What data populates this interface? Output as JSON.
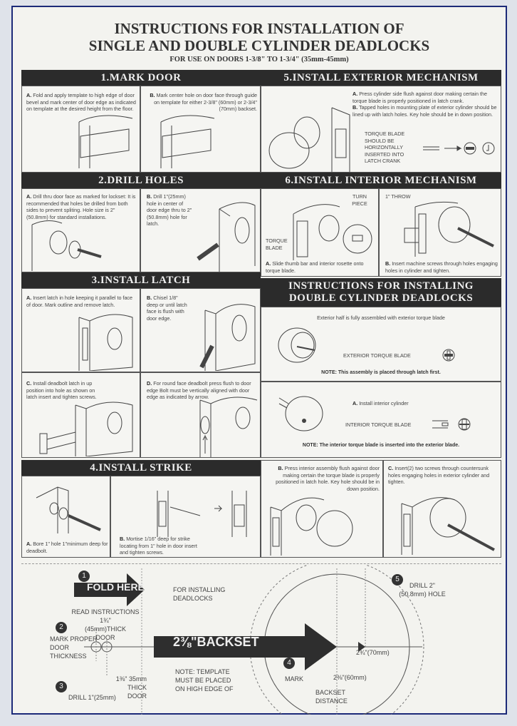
{
  "header": {
    "title_line1": "INSTRUCTIONS FOR INSTALLATION OF",
    "title_line2": "SINGLE AND DOUBLE CYLINDER DEADLOCKS",
    "subtitle": "FOR USE ON DOORS 1-3/8\" TO 1-3/4\" (35mm-45mm)"
  },
  "step1": {
    "title": "1.MARK DOOR",
    "a_letter": "A.",
    "a_text": "Fold and apply template to high edge of door bevel and mark center of door edge as indicated on template at the desired height from the floor.",
    "b_letter": "B.",
    "b_text": "Mark center hole on door face through guide on template for either 2-3/8\" (60mm) or 2-3/4\" (70mm) backset."
  },
  "step2": {
    "title": "2.DRILL HOLES",
    "a_letter": "A.",
    "a_text": "Drill thru door face as marked for lockset: It is recommended that holes be drilled from both sides to prevent spliting. Hole size is 2\" (50.8mm) for standard installations.",
    "b_letter": "B.",
    "b_text": "Drill 1\"(25mm) hole in center of door edge thru to 2\"(50.8mm) hole for latch."
  },
  "step3": {
    "title": "3.INSTALL LATCH",
    "a_letter": "A.",
    "a_text": "Insert latch in hole keeping it parallel to face of door. Mark outline and remove latch.",
    "b_letter": "B.",
    "b_text": "Chisel 1/8\" deep or until latch face is flush with door edge.",
    "c_letter": "C.",
    "c_text": "Install deadbolt latch in up position into hole as shown on latch insert and tighten screws.",
    "d_letter": "D.",
    "d_text": "For round face deadbolt press flush to door edge Bolt must be vertically aligned with door edge as indicated by arrow."
  },
  "step4": {
    "title": "4.INSTALL STRIKE",
    "a_letter": "A.",
    "a_text": "Bore 1\" hole 1\"minimum deep for deadbolt.",
    "b_letter": "B.",
    "b_text": "Mortise 1/16\" deep for strike locating from 1\" hole in door insert and tighten screws."
  },
  "step5": {
    "title": "5.INSTALL EXTERIOR MECHANISM",
    "a_letter": "A.",
    "a_text": "Press cylinder side flush against door making certain the torque blade is properly positioned in latch crank.",
    "b_letter": "B.",
    "b_text": "Tapped holes in mounting plate of exterior cylinder should be lined up with latch holes. Key hole should be in down position.",
    "torque_note": "TORQUE BLADE SHOULD BE HORIZONTALLY INSERTED INTO LATCH CRANK"
  },
  "step6": {
    "title": "6.INSTALL INTERIOR MECHANISM",
    "turn_piece": "TURN PIECE",
    "torque_blade": "TORQUE BLADE",
    "throw": "1\" THROW",
    "a_letter": "A.",
    "a_text": "Slide thumb bar and interior rosette onto torque blade.",
    "b_letter": "B.",
    "b_text": "Insert machine screws through holes engaging holes in cylinder and tighten."
  },
  "double": {
    "title_line1": "INSTRUCTIONS FOR INSTALLING",
    "title_line2": "DOUBLE CYLINDER DEADLOCKS",
    "exterior_intro": "Exterior half is fully assembled with exterior torque blade",
    "exterior_label": "EXTERIOR TORQUE BLADE",
    "exterior_note": "NOTE: This assembly is placed through latch first.",
    "a_letter": "A.",
    "a_text": "Install interior cylinder",
    "interior_label": "INTERIOR TORQUE BLADE",
    "interior_note": "NOTE: The interior torque blade is inserted into the exterior blade.",
    "b_letter": "B.",
    "b_text": "Press interior assembly flush against door making certain the torque blade is properly positioned in latch hole. Key hole should be in down position.",
    "c_letter": "C.",
    "c_text": "Insert(2) two screws through countersunk holes engaging holes in exterior cylinder and tighten."
  },
  "template": {
    "n1": "1",
    "fold_here": "FOLD HERE",
    "for_installing": "FOR INSTALLING DEADLOCKS",
    "read_instructions": "READ INSTRUCTIONS",
    "thick_45": "1¾\"(45mm)THICK DOOR",
    "n2": "2",
    "mark_proper": "MARK PROPER DOOR THICKNESS",
    "thick_35": "1⅜\" 35mm THICK DOOR",
    "n3": "3",
    "drill_1": "DRILL 1\"(25mm)",
    "backset": "2⅜\"BACKSET",
    "note": "NOTE: TEMPLATE MUST BE PLACED ON HIGH EDGE OF",
    "n4": "4",
    "mark": "MARK",
    "backset_distance": "BACKSET DISTANCE",
    "d60": "2⅜\"(60mm)",
    "d70": "2¾\"(70mm)",
    "n5": "5",
    "drill_2": "DRILL 2\"(50.8mm) HOLE"
  }
}
